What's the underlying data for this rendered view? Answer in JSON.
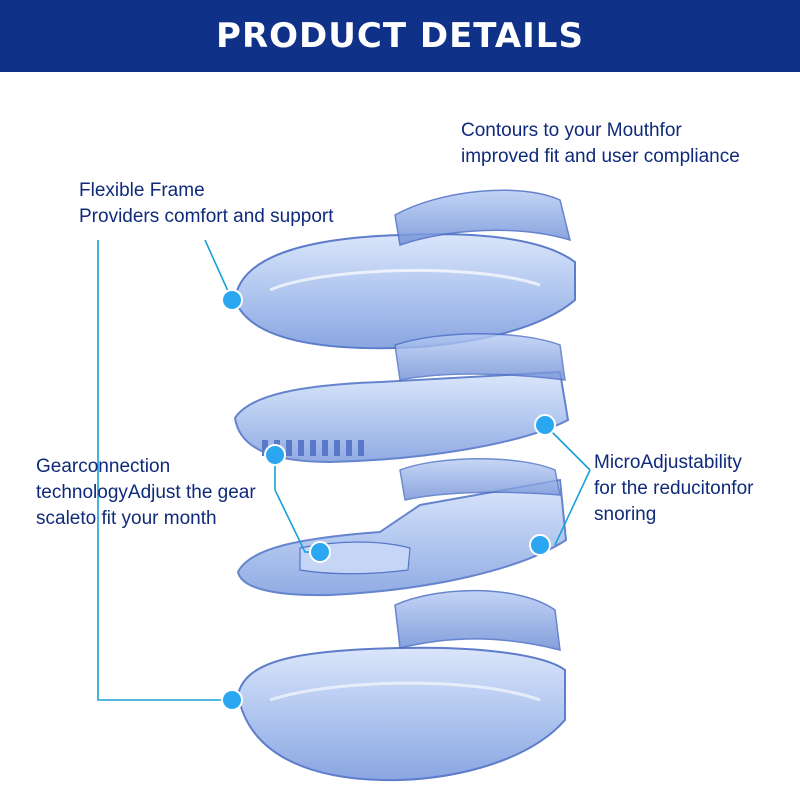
{
  "header": {
    "title": "PRODUCT DETAILS"
  },
  "callouts": [
    {
      "id": "contours",
      "lines": [
        "Contours to your Mouthfor",
        "improved fit and user compliance"
      ]
    },
    {
      "id": "flexible",
      "lines": [
        "Flexible Frame",
        "Providers comfort and support"
      ]
    },
    {
      "id": "gear",
      "lines": [
        "Gearconnection",
        "technologyAdjust the gear",
        "scaleto fit your month"
      ]
    },
    {
      "id": "micro",
      "lines": [
        "MicroAdjustability",
        "for the reducitonfor",
        "snoring"
      ]
    }
  ],
  "colors": {
    "banner": "#0f3187",
    "banner_text": "#ffffff",
    "label_text": "#0f2a7a",
    "leader_line": "#1aa0d8",
    "dot": "#2aa7f0",
    "tray_fill": "#aec4ef",
    "tray_edge": "#4c6fc6"
  }
}
